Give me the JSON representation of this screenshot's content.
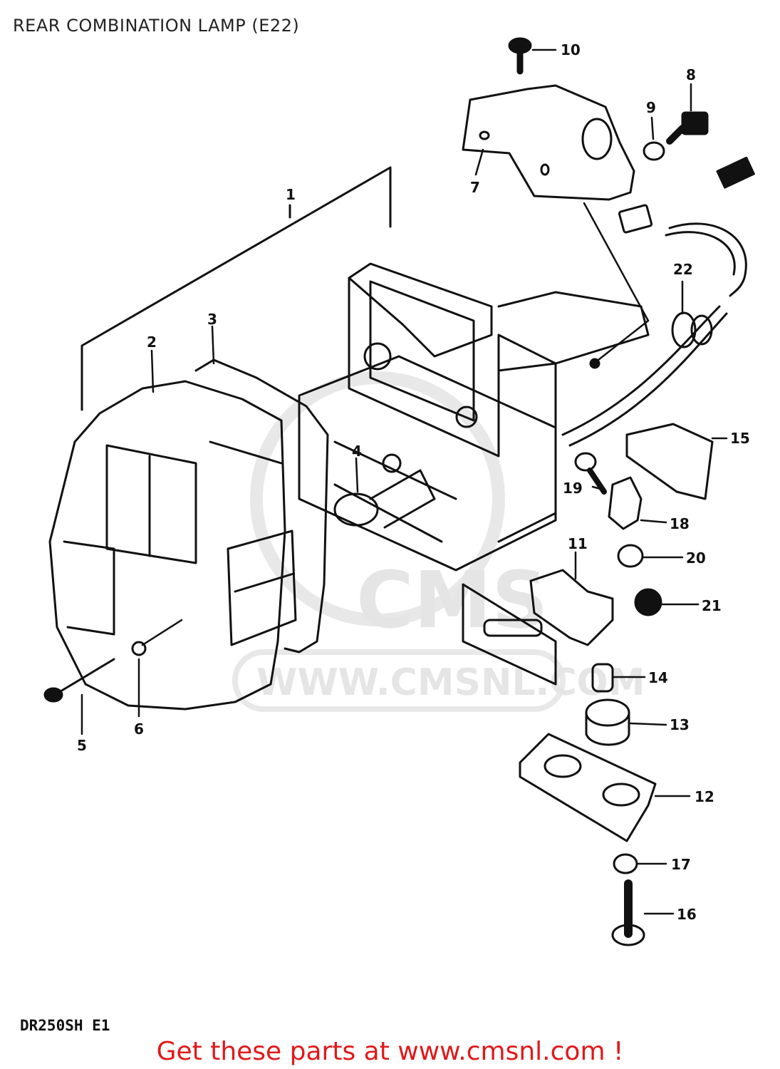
{
  "title": "REAR COMBINATION LAMP (E22)",
  "model_code": "DR250SH E1",
  "promo_text": "Get these parts at www.cmsnl.com !",
  "watermark": {
    "logo_text": "CMS",
    "url_text": "WWW.CMSNL.COM",
    "color": "#e3e3e3"
  },
  "colors": {
    "promo": "#e0191b",
    "line": "#111111"
  },
  "parts": [
    {
      "id": "part-1",
      "number": "1"
    },
    {
      "id": "part-2",
      "number": "2"
    },
    {
      "id": "part-3",
      "number": "3"
    },
    {
      "id": "part-4",
      "number": "4"
    },
    {
      "id": "part-5",
      "number": "5"
    },
    {
      "id": "part-6",
      "number": "6"
    },
    {
      "id": "part-7",
      "number": "7"
    },
    {
      "id": "part-8",
      "number": "8"
    },
    {
      "id": "part-9",
      "number": "9"
    },
    {
      "id": "part-10",
      "number": "10"
    },
    {
      "id": "part-11",
      "number": "11"
    },
    {
      "id": "part-12",
      "number": "12"
    },
    {
      "id": "part-13",
      "number": "13"
    },
    {
      "id": "part-14",
      "number": "14"
    },
    {
      "id": "part-15",
      "number": "15"
    },
    {
      "id": "part-16",
      "number": "16"
    },
    {
      "id": "part-17",
      "number": "17"
    },
    {
      "id": "part-18",
      "number": "18"
    },
    {
      "id": "part-19",
      "number": "19"
    },
    {
      "id": "part-20",
      "number": "20"
    },
    {
      "id": "part-21",
      "number": "21"
    },
    {
      "id": "part-22",
      "number": "22"
    }
  ]
}
